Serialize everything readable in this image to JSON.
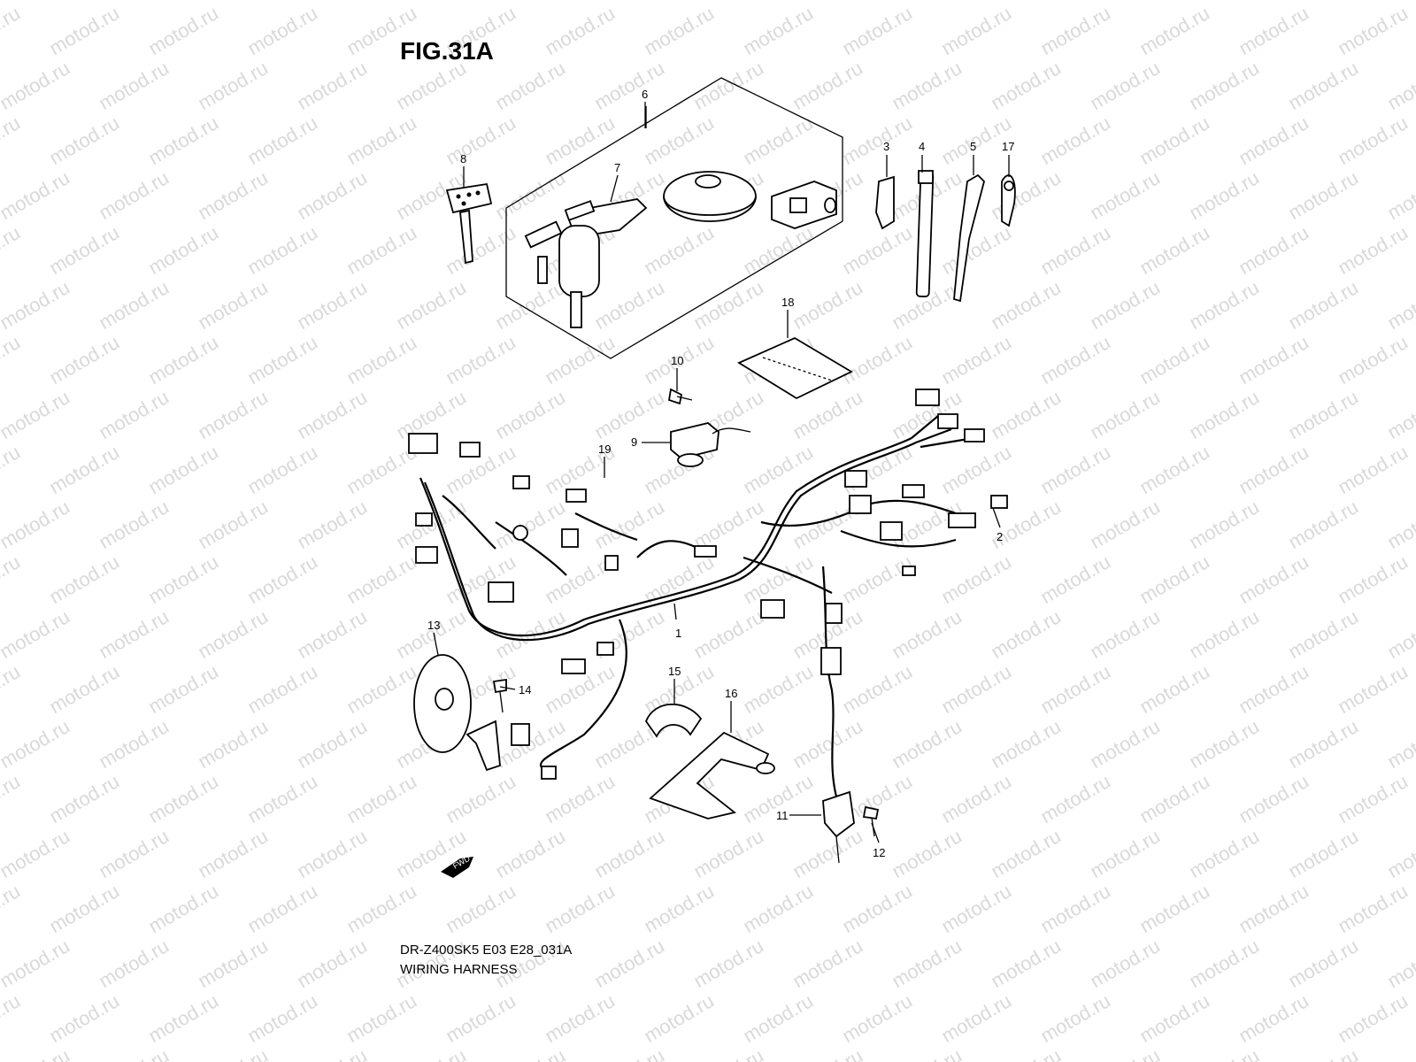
{
  "figure": {
    "title": "FIG.31A",
    "model_code": "DR-Z400SK5 E03 E28_031A",
    "section_name": "WIRING HARNESS",
    "fwd_label": "FWD",
    "watermark": "motod.ru"
  },
  "callouts": [
    {
      "id": "c1",
      "label": "1"
    },
    {
      "id": "c2",
      "label": "2"
    },
    {
      "id": "c3",
      "label": "3"
    },
    {
      "id": "c4",
      "label": "4"
    },
    {
      "id": "c5",
      "label": "5"
    },
    {
      "id": "c6",
      "label": "6"
    },
    {
      "id": "c7",
      "label": "7"
    },
    {
      "id": "c8",
      "label": "8"
    },
    {
      "id": "c9",
      "label": "9"
    },
    {
      "id": "c10",
      "label": "10"
    },
    {
      "id": "c11",
      "label": "11"
    },
    {
      "id": "c12",
      "label": "12"
    },
    {
      "id": "c13",
      "label": "13"
    },
    {
      "id": "c14",
      "label": "14"
    },
    {
      "id": "c15",
      "label": "15"
    },
    {
      "id": "c16",
      "label": "16"
    },
    {
      "id": "c17",
      "label": "17"
    },
    {
      "id": "c18",
      "label": "18"
    },
    {
      "id": "c19",
      "label": "19"
    }
  ]
}
